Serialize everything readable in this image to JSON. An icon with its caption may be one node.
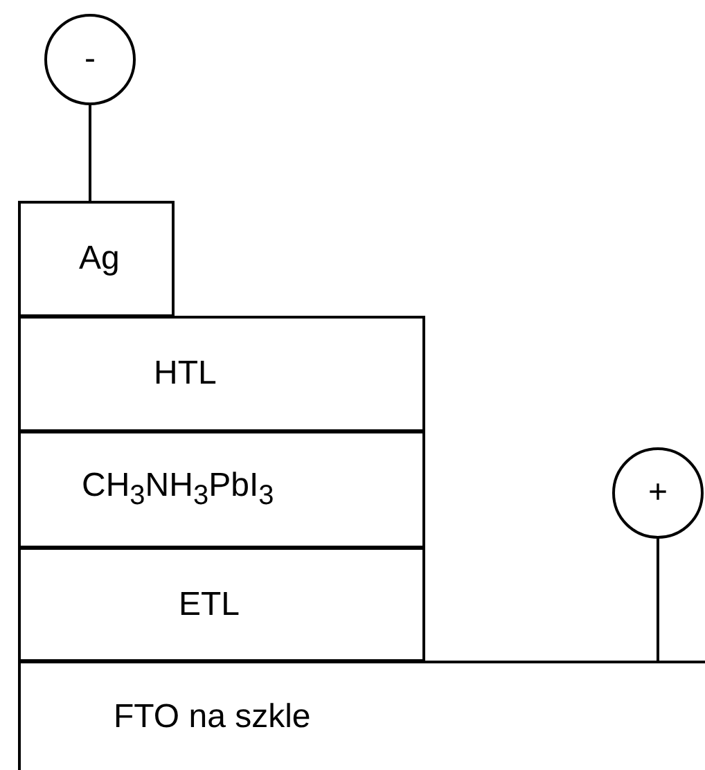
{
  "diagram": {
    "nodes": [
      {
        "text": [
          "-"
        ]
      },
      {
        "text": [
          "Ag"
        ]
      },
      {
        "text": [
          "HTL"
        ]
      },
      {
        "text": [
          "CH$_{3}$NH$_{3}$PbI$_{3}$"
        ]
      },
      {
        "text": [
          "+"
        ]
      },
      {
        "text": [
          "ETL"
        ]
      },
      {
        "text": [
          "FTO na szkle"
        ]
      }
    ],
    "edges": [
      {
        "from": 0,
        "to": 1,
        "arrow": "none"
      },
      {
        "from": 4,
        "to": 6,
        "arrow": "none"
      }
    ]
  }
}
